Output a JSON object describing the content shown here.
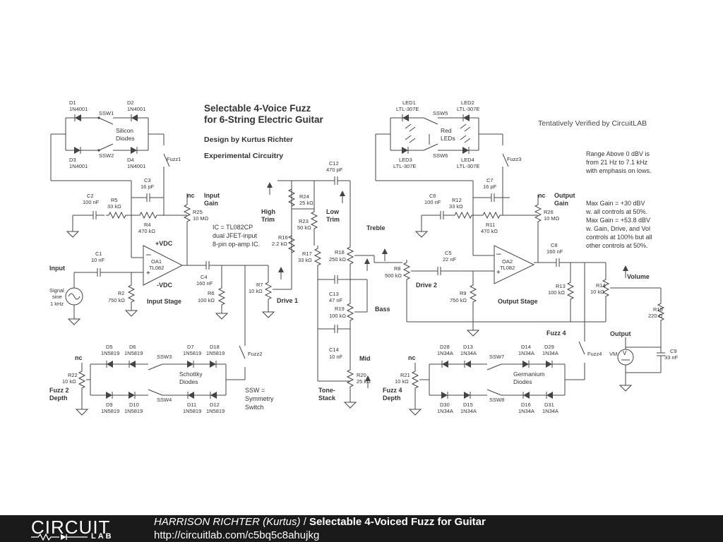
{
  "diagram": {
    "title_line1": "Selectable 4-Voice Fuzz",
    "title_line2": "for 6-String Electric Guitar",
    "design": "Design by Kurtus Richter",
    "experimental": "Experimental Circuitry",
    "verified": "Tentatively Verified by CircuitLAB",
    "notes_range": [
      "Range Above 0 dBV is",
      "from 21 Hz to 7.1 kHz",
      "with emphasis on lows."
    ],
    "notes_gain": [
      "Max Gain = +30 dBV",
      "w. all controls at 50%.",
      "Max Gain = +53.8 dBV",
      "w. Gain, Drive, and Vol",
      "controls at 100% but all",
      "other controls at 50%."
    ],
    "ic_note": [
      "IC = TL082CP",
      "dual JFET-input",
      "8-pin op-amp IC."
    ],
    "ssw_note": [
      "SSW =",
      "Symmetry",
      "Switch"
    ],
    "sections": {
      "input": "Input",
      "input_stage": "Input Stage",
      "output_stage": "Output Stage",
      "input_gain": [
        "Input",
        "Gain"
      ],
      "output_gain": [
        "Output",
        "Gain"
      ],
      "high_trim": [
        "High",
        "Trim"
      ],
      "low_trim": [
        "Low",
        "Trim"
      ],
      "treble": "Treble",
      "bass": "Bass",
      "mid": "Mid",
      "tone_stack": [
        "Tone-",
        "Stack"
      ],
      "drive1": "Drive 1",
      "drive2": "Drive 2",
      "volume": "Volume",
      "output": "Output",
      "fuzz2_depth": [
        "Fuzz 2",
        "Depth"
      ],
      "fuzz4_depth": [
        "Fuzz 4",
        "Depth"
      ],
      "fuzz4": "Fuzz 4",
      "vpos": "+VDC",
      "vneg": "-VDC",
      "nc": "nc"
    },
    "groups": {
      "silicon": [
        "Silicon",
        "Diodes"
      ],
      "schottky": [
        "Schottky",
        "Diodes"
      ],
      "red_leds": [
        "Red",
        "LEDs"
      ],
      "germanium": [
        "Germanium",
        "Diodes"
      ]
    },
    "source": [
      "Signal",
      "sine",
      "1 kHz"
    ],
    "meter": "VM",
    "switches": {
      "ssw1": "SSW1",
      "ssw2": "SSW2",
      "ssw3": "SSW3",
      "ssw4": "SSW4",
      "ssw5": "SSW5",
      "ssw6": "SSW6",
      "ssw7": "SSW7",
      "ssw8": "SSW8",
      "fuzz1": "Fuzz1",
      "fuzz2": "Fuzz2",
      "fuzz3": "Fuzz3",
      "fuzz4": "Fuzz4"
    },
    "components": {
      "D1": [
        "D1",
        "1N4001"
      ],
      "D2": [
        "D2",
        "1N4001"
      ],
      "D3": [
        "D3",
        "1N4001"
      ],
      "D4": [
        "D4",
        "1N4001"
      ],
      "LED1": [
        "LED1",
        "LTL-307E"
      ],
      "LED2": [
        "LED2",
        "LTL-307E"
      ],
      "LED3": [
        "LED3",
        "LTL-307E"
      ],
      "LED4": [
        "LED4",
        "LTL-307E"
      ],
      "D5": [
        "D5",
        "1N5819"
      ],
      "D6": [
        "D6",
        "1N5819"
      ],
      "D7": [
        "D7",
        "1N5819"
      ],
      "D18": [
        "D18",
        "1N5819"
      ],
      "D9": [
        "D9",
        "1N5819"
      ],
      "D10": [
        "D10",
        "1N5819"
      ],
      "D11": [
        "D11",
        "1N5819"
      ],
      "D12": [
        "D12",
        "1N5819"
      ],
      "D28": [
        "D28",
        "1N34A"
      ],
      "D13": [
        "D13",
        "1N34A"
      ],
      "D14": [
        "D14",
        "1N34A"
      ],
      "D29": [
        "D29",
        "1N34A"
      ],
      "D30": [
        "D30",
        "1N34A"
      ],
      "D15": [
        "D15",
        "1N34A"
      ],
      "D16": [
        "D16",
        "1N34A"
      ],
      "D31": [
        "D31",
        "1N34A"
      ],
      "C1": [
        "C1",
        "10 nF"
      ],
      "C2": [
        "C2",
        "100 nF"
      ],
      "C3": [
        "C3",
        "16 pF"
      ],
      "C4": [
        "C4",
        "160 nF"
      ],
      "C5": [
        "C5",
        "22 nF"
      ],
      "C6": [
        "C6",
        "100 nF"
      ],
      "C7": [
        "C7",
        "16 pF"
      ],
      "C8": [
        "C8",
        "160 nF"
      ],
      "C9": [
        "C9",
        "33 nF"
      ],
      "C12": [
        "C12",
        "470 pF"
      ],
      "C13": [
        "C13",
        "47 nF"
      ],
      "C14": [
        "C14",
        "10 nF"
      ],
      "R2": [
        "R2",
        "750 kΩ"
      ],
      "R4": [
        "R4",
        "470 kΩ"
      ],
      "R5": [
        "R5",
        "33 kΩ"
      ],
      "R6": [
        "R6",
        "100 kΩ"
      ],
      "R7": [
        "R7",
        "10 kΩ"
      ],
      "R8": [
        "R8",
        "500 kΩ"
      ],
      "R9": [
        "R9",
        "750 kΩ"
      ],
      "R11": [
        "R11",
        "470 kΩ"
      ],
      "R12": [
        "R12",
        "33 kΩ"
      ],
      "R13": [
        "R13",
        "100 kΩ"
      ],
      "R14": [
        "R14",
        "10 kΩ"
      ],
      "R15": [
        "R15",
        "220 Ω"
      ],
      "R16": [
        "R16",
        "2.2 kΩ"
      ],
      "R17": [
        "R17",
        "33 kΩ"
      ],
      "R18": [
        "R18",
        "250 kΩ"
      ],
      "R19": [
        "R19",
        "100 kΩ"
      ],
      "R20": [
        "R20",
        "25 kΩ"
      ],
      "R21": [
        "R21",
        "10 kΩ"
      ],
      "R22": [
        "R22",
        "10 kΩ"
      ],
      "R23": [
        "R23",
        "50 kΩ"
      ],
      "R24": [
        "R24",
        "25 kΩ"
      ],
      "R25": [
        "R25",
        "10 MΩ"
      ],
      "R26": [
        "R26",
        "10 MΩ"
      ],
      "OA1": [
        "OA1",
        "TL082"
      ],
      "OA2": [
        "OA2",
        "TL082"
      ]
    }
  },
  "footer": {
    "logo_main": "CIRCUIT",
    "logo_sub": "LAB",
    "author": "HARRISON RICHTER (Kurtus)",
    "separator": " / ",
    "project": "Selectable 4-Voiced Fuzz for Guitar",
    "url": "http://circuitlab.com/c5bq5c8ahujkg"
  }
}
